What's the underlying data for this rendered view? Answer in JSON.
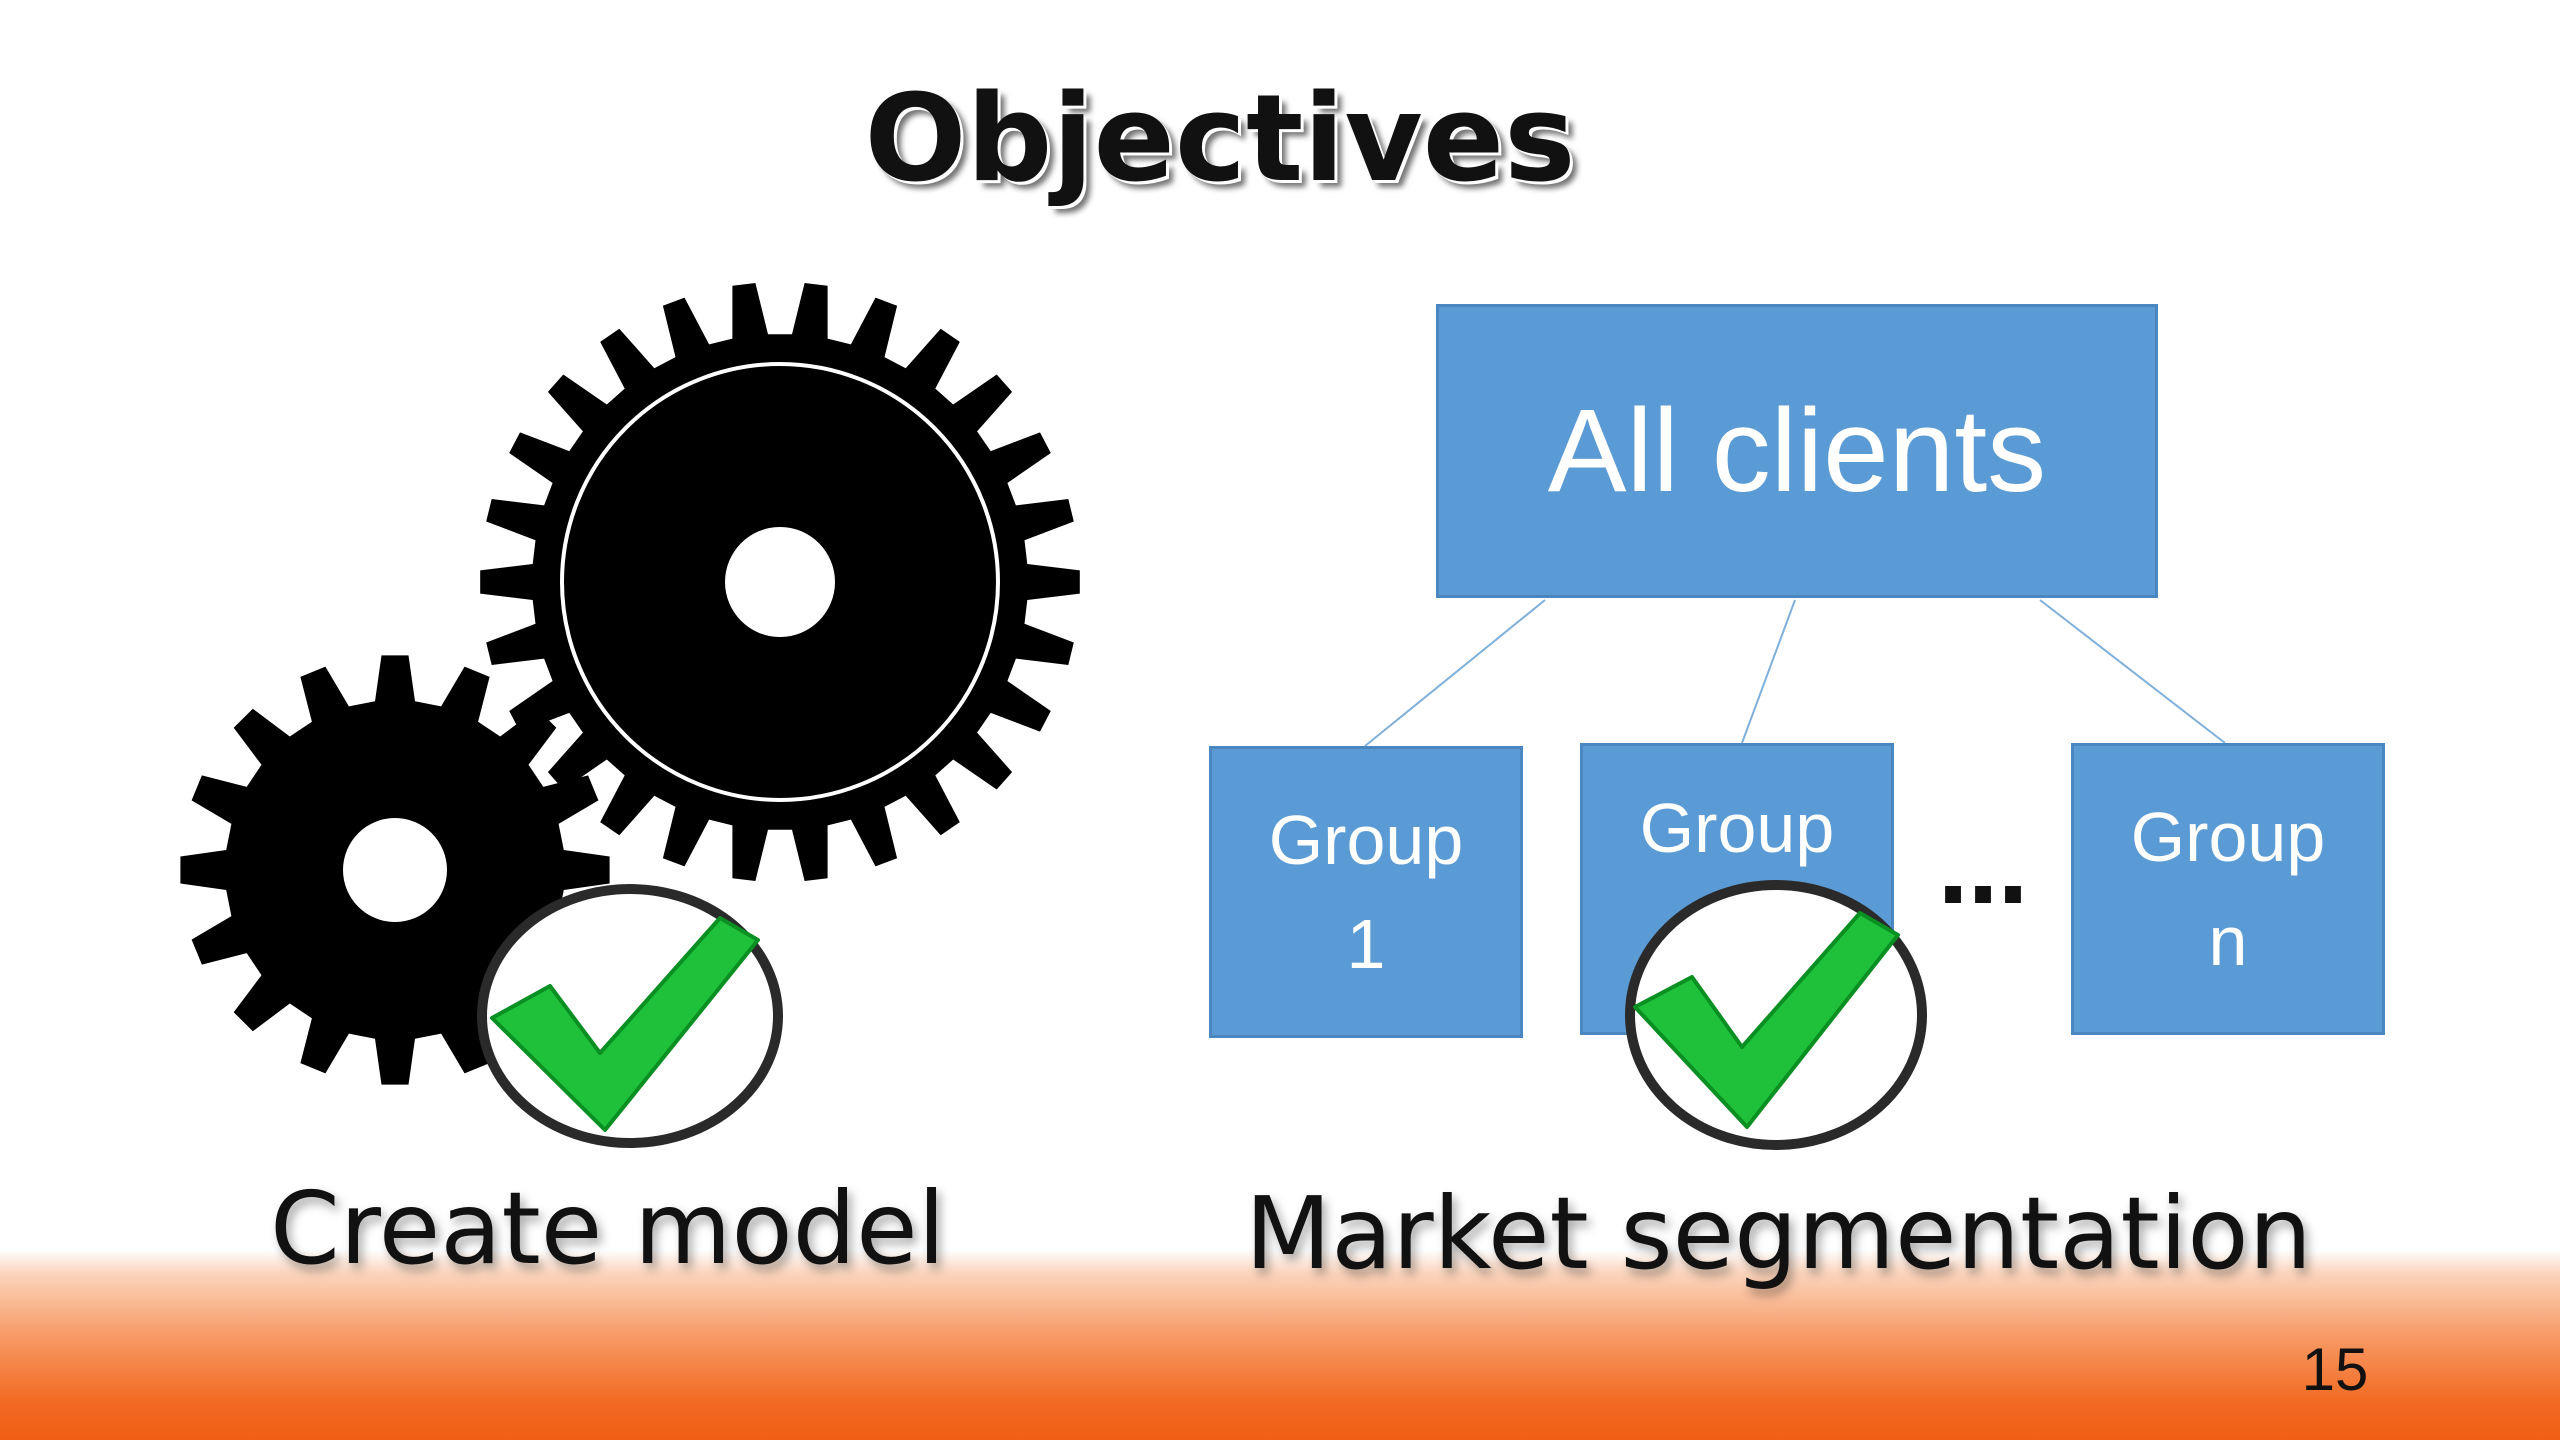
{
  "slide": {
    "title": "Objectives",
    "page_number": "15",
    "colors": {
      "node_fill": "#5b9bd5",
      "check_green": "#1fc13b",
      "band_orange": "#f26a22"
    }
  },
  "left_panel": {
    "icon": "gears-icon",
    "badge_icon": "checkmark-icon",
    "caption": "Create model"
  },
  "right_panel": {
    "root_node": "All clients",
    "groups": [
      {
        "line1": "Group",
        "line2": "1"
      },
      {
        "line1": "Group",
        "line2": ""
      },
      {
        "line1": "Group",
        "line2": "n"
      }
    ],
    "ellipsis": "…",
    "badge_icon": "checkmark-icon",
    "caption": "Market segmentation"
  }
}
